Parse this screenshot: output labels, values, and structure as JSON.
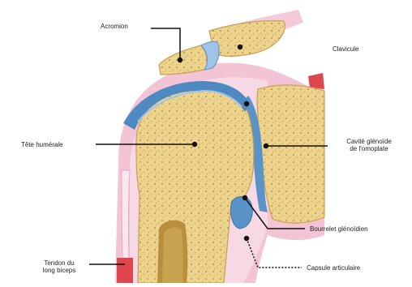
{
  "diagram": {
    "labels": {
      "acromion": "Acromion",
      "clavicule": "Clavicule",
      "tete_humerale": "Tête humérale",
      "cavite_glenoide_line1": "Cavité glénoïde",
      "cavite_glenoide_line2": "de l'omoplate",
      "bourrelet_glenoidien": "Bourrelet glénoïdien",
      "tendon_biceps_line1": "Tendon du",
      "tendon_biceps_line2": "long biceps",
      "capsule_articulaire": "Capsule articulaire"
    },
    "colors": {
      "bone": "#e9cf86",
      "bone_dark": "#caa052",
      "capsule": "#f0b7cd",
      "capsule_light": "#f7d6e3",
      "cartilage": "#5a93c8",
      "cartilage_light": "#9fc4e6",
      "muscle": "#e0464e",
      "marrow": "#c9a24f"
    }
  }
}
